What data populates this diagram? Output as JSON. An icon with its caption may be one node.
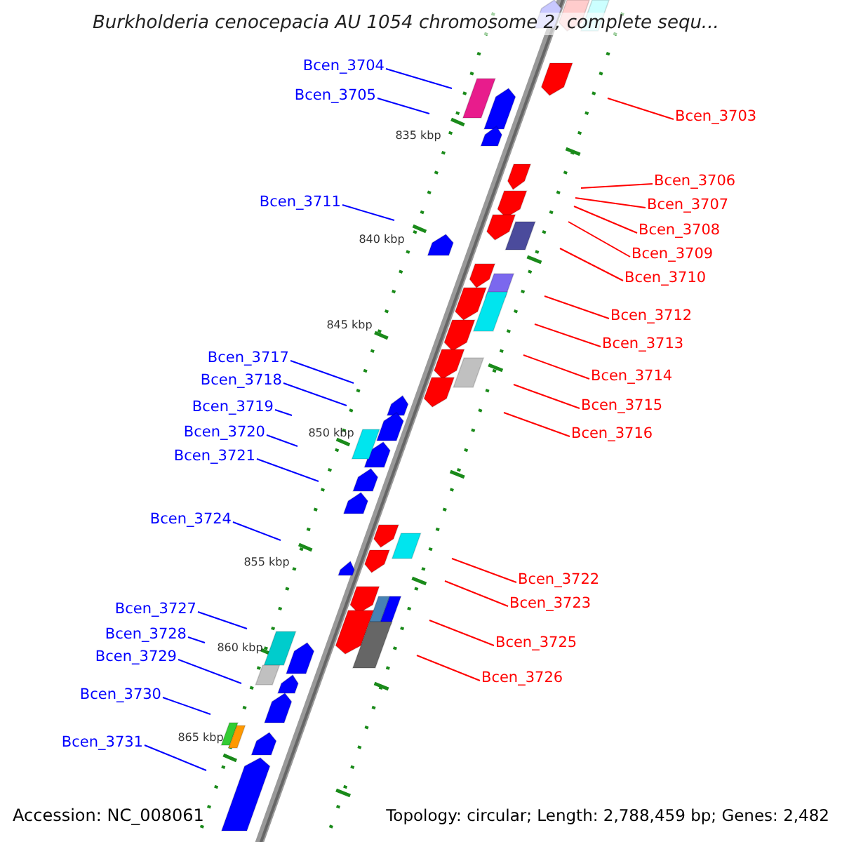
{
  "diagram": {
    "title": "Burkholderia cenocepacia AU 1054 chromosome 2, complete sequ...",
    "nodes": [
      {
        "text": [
          "Bcen_3704"
        ]
      },
      {
        "text": [
          "Bcen_3705"
        ]
      },
      {
        "text": [
          "Bcen_3711"
        ]
      },
      {
        "text": [
          "Bcen_3717"
        ]
      },
      {
        "text": [
          "Bcen_3718"
        ]
      },
      {
        "text": [
          "Bcen_3719"
        ]
      },
      {
        "text": [
          "Bcen_3720"
        ]
      },
      {
        "text": [
          "Bcen_3721"
        ]
      },
      {
        "text": [
          "Bcen_3724"
        ]
      },
      {
        "text": [
          "Bcen_3727"
        ]
      },
      {
        "text": [
          "Bcen_3728"
        ]
      },
      {
        "text": [
          "Bcen_3729"
        ]
      },
      {
        "text": [
          "Bcen_3730"
        ]
      },
      {
        "text": [
          "Bcen_3731"
        ]
      },
      {
        "text": [
          "Bcen_3703"
        ]
      },
      {
        "text": [
          "Bcen_3706"
        ]
      },
      {
        "text": [
          "Bcen_3707"
        ]
      },
      {
        "text": [
          "Bcen_3708"
        ]
      },
      {
        "text": [
          "Bcen_3709"
        ]
      },
      {
        "text": [
          "Bcen_3710"
        ]
      },
      {
        "text": [
          "Bcen_3712"
        ]
      },
      {
        "text": [
          "Bcen_3713"
        ]
      },
      {
        "text": [
          "Bcen_3714"
        ]
      },
      {
        "text": [
          "Bcen_3715"
        ]
      },
      {
        "text": [
          "Bcen_3716"
        ]
      },
      {
        "text": [
          "Bcen_3722"
        ]
      },
      {
        "text": [
          "Bcen_3723"
        ]
      },
      {
        "text": [
          "Bcen_3725"
        ]
      },
      {
        "text": [
          "Bcen_3726"
        ]
      }
    ],
    "edges": [
      {
        "from": 0,
        "to": null,
        "arrow": "none",
        "color": "#0000ff"
      },
      {
        "from": 1,
        "to": null,
        "arrow": "none",
        "color": "#0000ff"
      },
      {
        "from": 2,
        "to": null,
        "arrow": "none",
        "color": "#0000ff"
      },
      {
        "from": 3,
        "to": null,
        "arrow": "none",
        "color": "#0000ff"
      },
      {
        "from": 4,
        "to": null,
        "arrow": "none",
        "color": "#0000ff"
      },
      {
        "from": 5,
        "to": null,
        "arrow": "none",
        "color": "#0000ff"
      },
      {
        "from": 6,
        "to": null,
        "arrow": "none",
        "color": "#0000ff"
      },
      {
        "from": 7,
        "to": null,
        "arrow": "none",
        "color": "#0000ff"
      },
      {
        "from": 8,
        "to": null,
        "arrow": "none",
        "color": "#0000ff"
      },
      {
        "from": 9,
        "to": null,
        "arrow": "none",
        "color": "#0000ff"
      },
      {
        "from": 10,
        "to": null,
        "arrow": "none",
        "color": "#0000ff"
      },
      {
        "from": 11,
        "to": null,
        "arrow": "none",
        "color": "#0000ff"
      },
      {
        "from": 12,
        "to": null,
        "arrow": "none",
        "color": "#0000ff"
      },
      {
        "from": 13,
        "to": null,
        "arrow": "none",
        "color": "#0000ff"
      },
      {
        "from": 14,
        "to": null,
        "arrow": "none"
      },
      {
        "from": 15,
        "to": null,
        "arrow": "none"
      },
      {
        "from": 16,
        "to": null,
        "arrow": "none"
      },
      {
        "from": 17,
        "to": null,
        "arrow": "none"
      },
      {
        "from": 18,
        "to": null,
        "arrow": "none"
      },
      {
        "from": 19,
        "to": null,
        "arrow": "none"
      },
      {
        "from": 20,
        "to": null,
        "arrow": "none"
      },
      {
        "from": 21,
        "to": null,
        "arrow": "none"
      },
      {
        "from": 22,
        "to": null,
        "arrow": "none"
      },
      {
        "from": 23,
        "to": null,
        "arrow": "none"
      },
      {
        "from": 24,
        "to": null,
        "arrow": "none"
      },
      {
        "from": 25,
        "to": null,
        "arrow": "none"
      },
      {
        "from": 26,
        "to": null,
        "arrow": "none"
      },
      {
        "from": 27,
        "to": null,
        "arrow": "none"
      },
      {
        "from": 28,
        "to": null,
        "arrow": "none"
      }
    ],
    "labels": [
      "835 kbp",
      "840 kbp",
      "845 kbp",
      "850 kbp",
      "855 kbp",
      "860 kbp",
      "865 kbp",
      "Accession: NC_008061",
      "Topology: circular; Length: 2,788,459 bp; Genes: 2,482"
    ]
  }
}
